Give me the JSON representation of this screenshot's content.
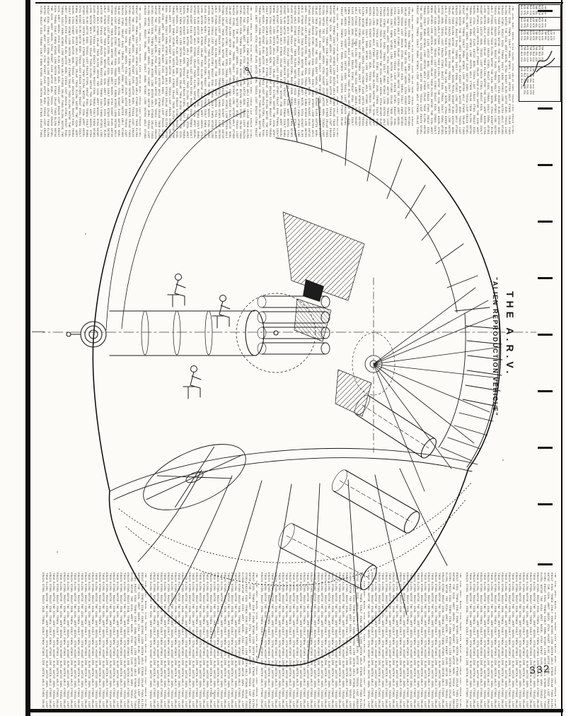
{
  "document": {
    "vertical_title": "THE A.R.V.",
    "vertical_subtitle": "\"ALIEN REPRODUCTION VEHICLE\"",
    "page_number": "332"
  },
  "filler": {
    "body": "TNE SIOL ARET NOIRL STEA HINOT ELRS ANTIE OSRL TENIA LSOT ERAIN STOEL RNIAT ESOL TRNEA ISOLT ENRA NTOES LIRE OSTEN ARLI ETNOS IRLAE TNSO ELIRA NOTSE",
    "tiny": "TNR OSL AIE NTE RLO SIA"
  }
}
